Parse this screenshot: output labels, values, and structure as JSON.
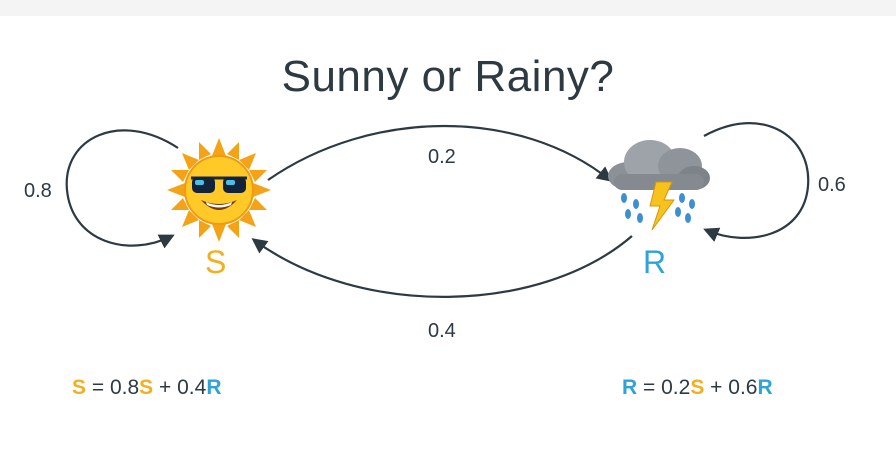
{
  "title": "Sunny or Rainy?",
  "colors": {
    "sunny": "#f2b01e",
    "rainy": "#2fa3d6",
    "ink": "#2d3a42",
    "arrow": "#2d3a42"
  },
  "states": {
    "sunny": {
      "letter": "S",
      "icon": "sun-with-sunglasses-icon"
    },
    "rainy": {
      "letter": "R",
      "icon": "storm-cloud-icon"
    }
  },
  "transitions": {
    "s_to_s": "0.8",
    "s_to_r": "0.2",
    "r_to_s": "0.4",
    "r_to_r": "0.6"
  },
  "equations": {
    "sunny": {
      "lhs": "S",
      "equals": "= 0.8",
      "term1_var": "S",
      "plus": "+ 0.4",
      "term2_var": "R"
    },
    "rainy": {
      "lhs": "R",
      "equals": "= 0.2",
      "term1_var": "S",
      "plus": "+ 0.6",
      "term2_var": "R"
    }
  }
}
